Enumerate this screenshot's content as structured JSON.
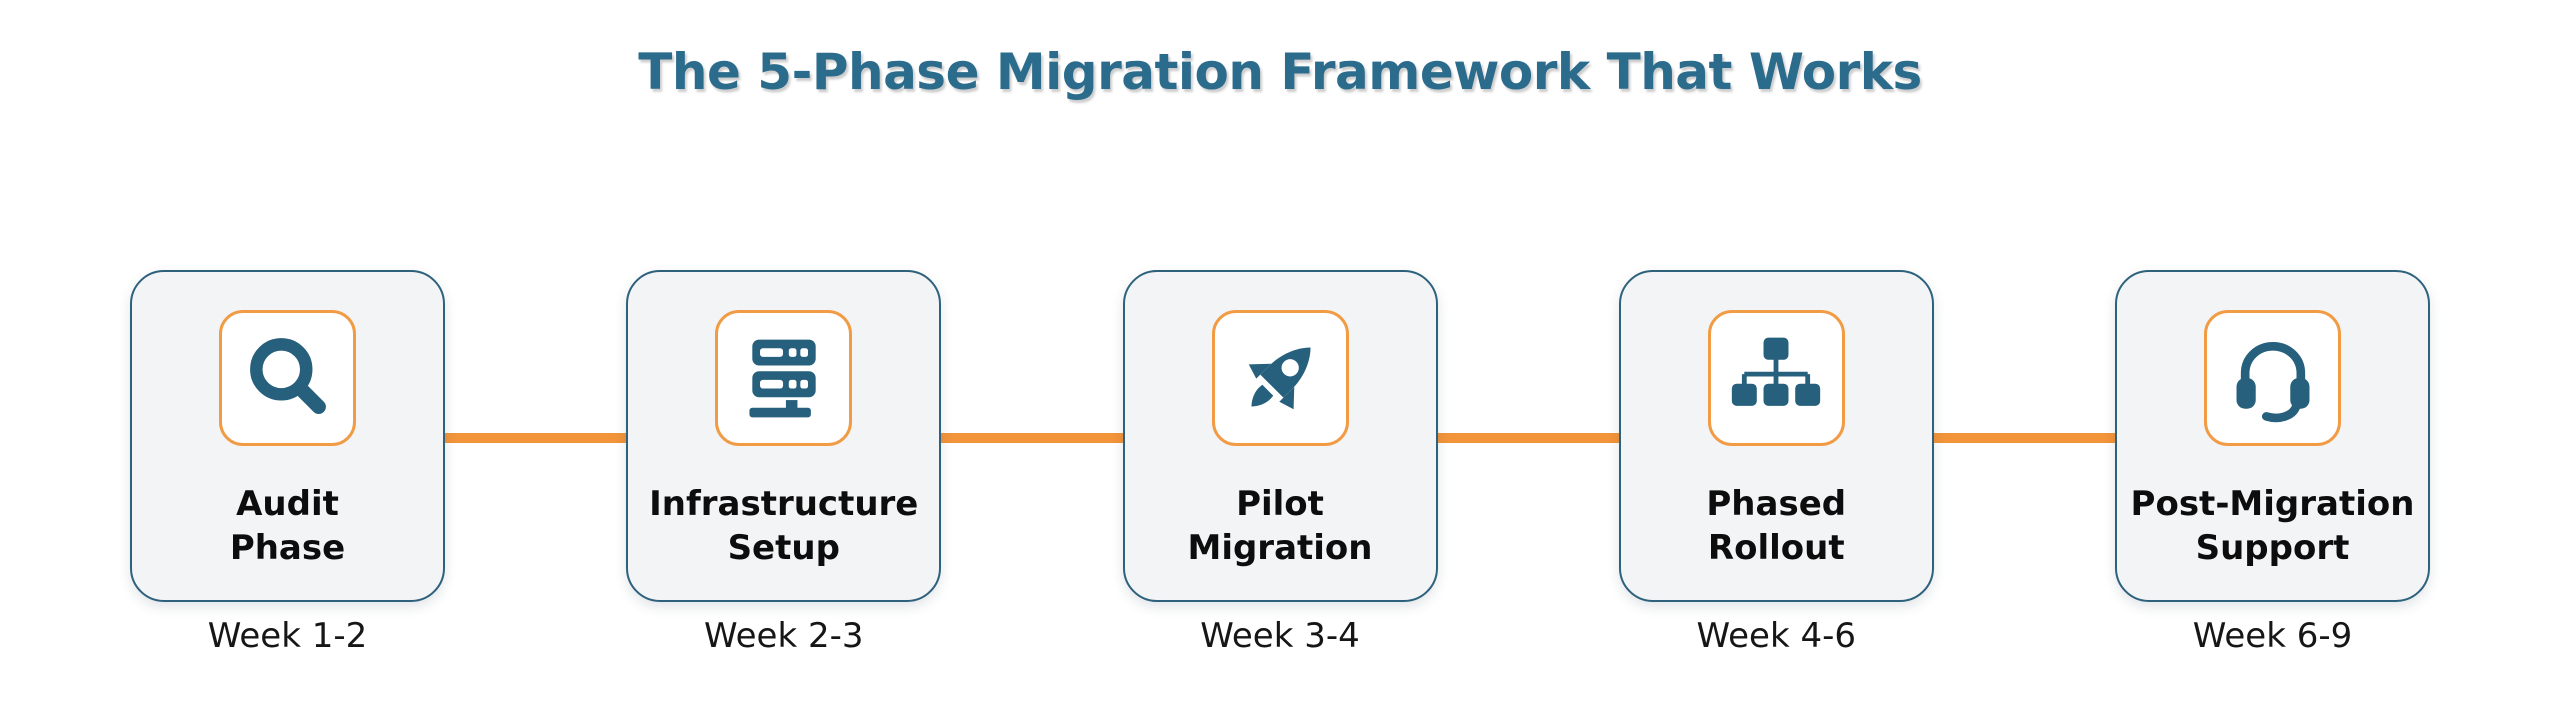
{
  "title": "The 5-Phase Migration Framework That Works",
  "colors": {
    "title_teal": "#2B6B8C",
    "icon_teal": "#26607D",
    "card_border_teal": "#2D617C",
    "card_background": "#F2F4F6",
    "connector_orange": "#F2943A",
    "icon_box_border_orange": "#F29B45"
  },
  "phases": [
    {
      "label": "Audit\nPhase",
      "week": "Week 1-2",
      "icon": "magnifier-icon"
    },
    {
      "label": "Infrastructure\nSetup",
      "week": "Week 2-3",
      "icon": "server-icon"
    },
    {
      "label": "Pilot\nMigration",
      "week": "Week 3-4",
      "icon": "rocket-icon"
    },
    {
      "label": "Phased\nRollout",
      "week": "Week 4-6",
      "icon": "org-chart-icon"
    },
    {
      "label": "Post-Migration\nSupport",
      "week": "Week 6-9",
      "icon": "headset-icon"
    }
  ]
}
